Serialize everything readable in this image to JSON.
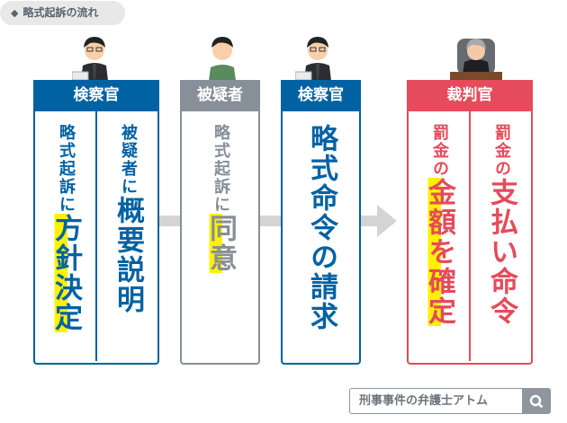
{
  "title": {
    "icon": "diamond-icon",
    "text": "略式起訴の流れ"
  },
  "boxes": [
    {
      "header": "検察官",
      "cols": [
        {
          "small": "略式起訴に",
          "large": "方針決定"
        },
        {
          "small": "被疑者に",
          "large": "概要説明"
        }
      ]
    },
    {
      "header": "被疑者",
      "cols": [
        {
          "small": "略式起訴に",
          "large": "同意"
        }
      ]
    },
    {
      "header": "検察官",
      "cols": [
        {
          "large": "略式命令の請求"
        }
      ]
    },
    {
      "header": "裁判官",
      "cols": [
        {
          "small": "罰金の",
          "large": "金額を確定"
        },
        {
          "small": "罰金の",
          "large": "支払い命令"
        }
      ]
    }
  ],
  "colors": {
    "prosecutor": "#0062a3",
    "suspect": "#878f98",
    "judge": "#e54b5a",
    "highlight": "#fff100"
  },
  "search": {
    "text": "刑事事件の弁護士アトム",
    "icon": "search-icon"
  }
}
